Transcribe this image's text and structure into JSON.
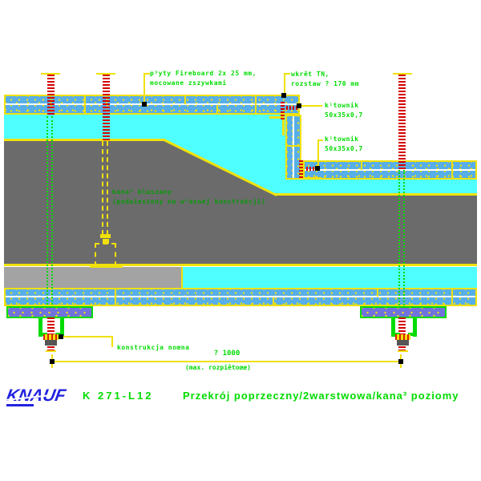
{
  "colors": {
    "yellow": "#F0E10A",
    "cyan": "#4FFFFF",
    "board": "#57AEE8",
    "gray": "#6B6B6B",
    "lgray": "#A3A3A3",
    "purple": "#7173DC",
    "green": "#00DC00",
    "dgreen": "#0A9A0A",
    "red": "#D40000",
    "blue": "#2222E0"
  },
  "labels": {
    "fireboard": {
      "line1": "p³yty Fireboard 2x 25 mm,",
      "line2": "mocowane zszywkami"
    },
    "screw": {
      "line1": "wkrêt TN,",
      "line2": "rozstaw ? 170 mm"
    },
    "angle_top": {
      "line1": "k¹townik",
      "line2": "50x35x0,7"
    },
    "angle_bottom": {
      "line1": "k¹townik",
      "line2": "50x35x0,7"
    },
    "duct": {
      "line1": "kana³ blaszany",
      "line2": "(podwieszony na w³asnej konstrukcji)"
    },
    "support": {
      "label": "konstrukcja noœna"
    }
  },
  "dimension": {
    "value": "? 1000",
    "note": "(max. rozpiêtoœæ)"
  },
  "footer": {
    "logo": "KNAUF",
    "code": "K 271-L12",
    "title": "Przekrój poprzeczny/2warstwowa/kana³ poziomy"
  }
}
